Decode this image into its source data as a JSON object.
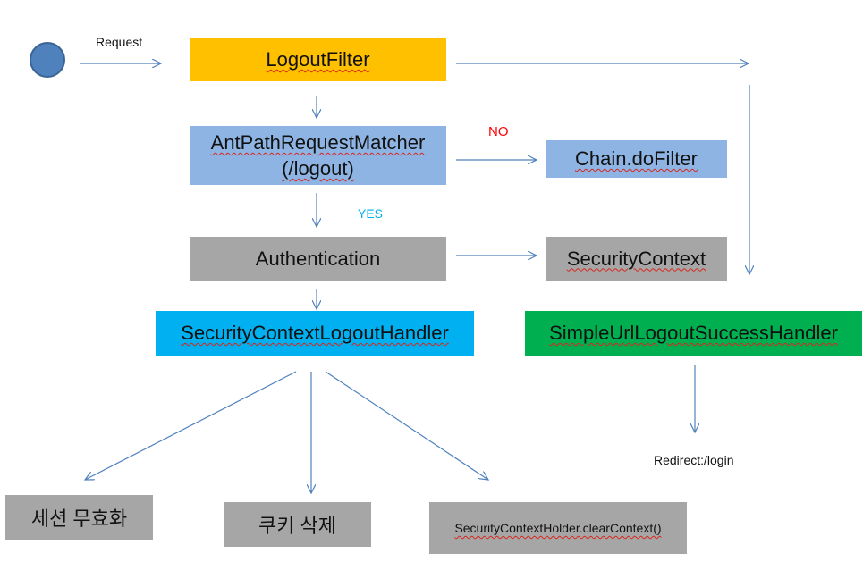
{
  "diagram": {
    "start_label": "Request",
    "nodes": {
      "logout_filter": "LogoutFilter",
      "ant_path_matcher": "AntPathRequestMatcher\n(/logout)",
      "chain_dofilter": "Chain.doFilter",
      "authentication": "Authentication",
      "security_context": "SecurityContext",
      "logout_handler": "SecurityContextLogoutHandler",
      "success_handler": "SimpleUrlLogoutSuccessHandler",
      "invalidate_session": "세션 무효화",
      "delete_cookie": "쿠키 삭제",
      "clear_context": "SecurityContextHolder.clearContext()"
    },
    "edge_labels": {
      "no": "NO",
      "yes": "YES",
      "redirect": "Redirect:/login"
    },
    "colors": {
      "start_circle": "#4f81bd",
      "logout_filter": "#ffc000",
      "matcher": "#8eb4e3",
      "chain": "#8eb4e3",
      "gray": "#a6a6a6",
      "logout_handler": "#00b0f0",
      "success_handler": "#00b050",
      "arrow": "#4f81bd",
      "no_text": "#ff0000",
      "yes_text": "#00b0f0"
    }
  }
}
